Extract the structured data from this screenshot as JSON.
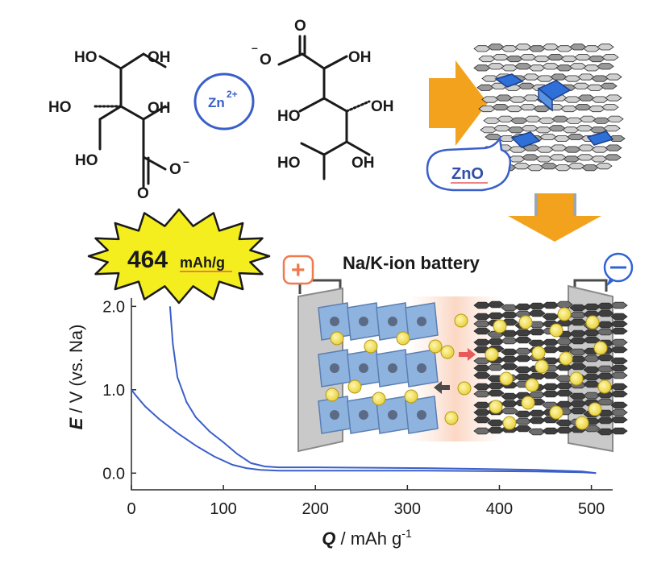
{
  "colors": {
    "chem_black": "#1a1a1a",
    "zn_blue": "#3a5fc9",
    "arrow_orange": "#f3a21d",
    "star_yellow": "#f4ee1e",
    "curve_blue": "#3a5fc9",
    "plus_orange": "#ee7a4e",
    "minus_blue": "#2f63d6",
    "graphite": "#4a4a4a",
    "ion_yellow": "#f5e66a",
    "zno_crystal": "#2e6fd8",
    "cathode_block": "#8fb3df"
  },
  "molecules": {
    "left": {
      "oh1": "HO",
      "oh2": "OH",
      "oh3": "HO",
      "oh4": "OH",
      "oh5": "HO",
      "o": "O",
      "o_minus": "O",
      "minus": "–"
    },
    "right": {
      "o_top": "O",
      "minus": "–",
      "o_ester": "O",
      "oh1": "OH",
      "oh2": "HO",
      "oh3": "OH",
      "oh4": "HO",
      "oh5": "OH"
    }
  },
  "zinc_ion": {
    "symbol": "Zn",
    "charge": "2+"
  },
  "zno_label": "ZnO",
  "capacity_badge": {
    "value": "464",
    "unit": "mAh/g"
  },
  "battery": {
    "title": "Na/K-ion battery",
    "plus": "+",
    "minus": "–"
  },
  "chart_data": {
    "type": "line",
    "xlabel_var": "Q",
    "xlabel_unit": " / mAh g",
    "xlabel_exp": "-1",
    "ylabel_var": "E",
    "ylabel_unit": " / V (vs. Na)",
    "xlim": [
      0,
      510
    ],
    "ylim": [
      -0.2,
      2.1
    ],
    "x_ticks": [
      "0",
      "100",
      "200",
      "300",
      "400",
      "500"
    ],
    "y_ticks": [
      "0.0",
      "1.0",
      "2.0"
    ],
    "series": [
      {
        "x": [
          42,
          45,
          50,
          60,
          70,
          85,
          100,
          115,
          130,
          145,
          160,
          200,
          260,
          320,
          380,
          440,
          490,
          505
        ],
        "y": [
          2.0,
          1.55,
          1.15,
          0.85,
          0.67,
          0.5,
          0.37,
          0.23,
          0.12,
          0.08,
          0.07,
          0.07,
          0.065,
          0.06,
          0.05,
          0.04,
          0.02,
          0.0
        ]
      },
      {
        "x": [
          0,
          5,
          15,
          30,
          50,
          70,
          90,
          110,
          125,
          140,
          160,
          200,
          260,
          320,
          380,
          440,
          490,
          505
        ],
        "y": [
          1.0,
          0.93,
          0.8,
          0.65,
          0.48,
          0.33,
          0.2,
          0.1,
          0.06,
          0.04,
          0.03,
          0.03,
          0.03,
          0.03,
          0.025,
          0.02,
          0.01,
          0.0
        ]
      }
    ]
  }
}
